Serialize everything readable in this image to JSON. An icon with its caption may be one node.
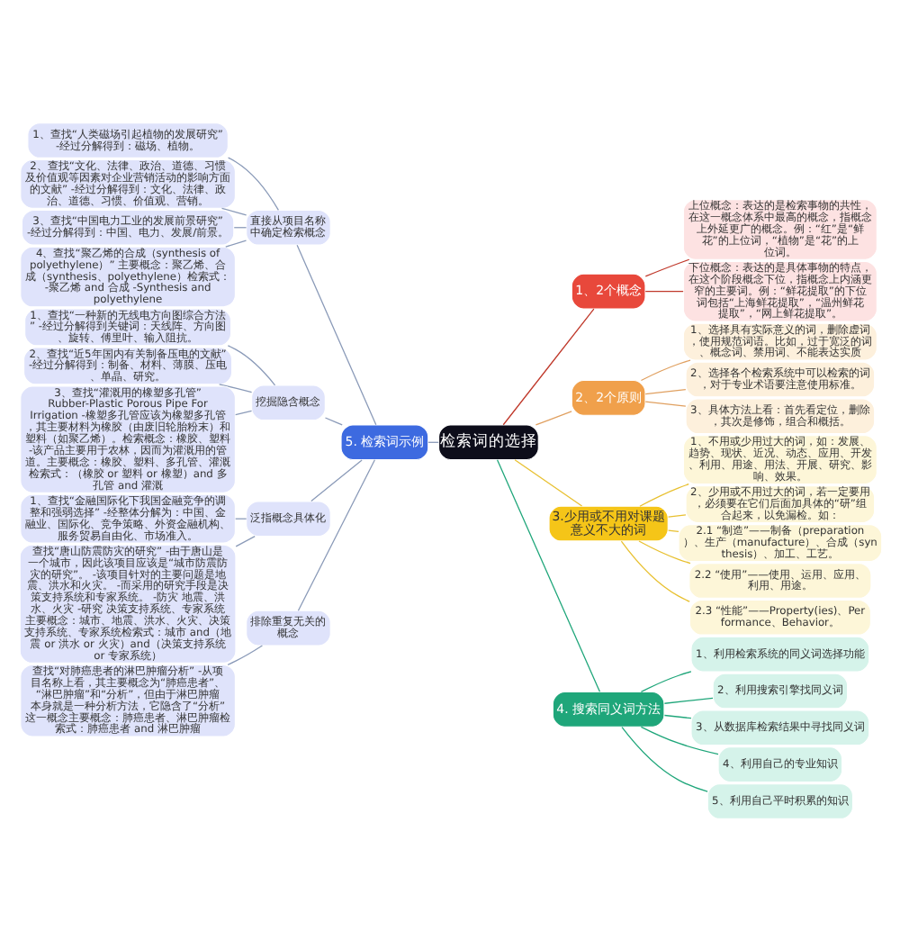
{
  "diagram": {
    "nodes": [
      {
        "text": [
          "检索词的选择"
        ]
      },
      {
        "text": [
          "1、2个概念"
        ]
      },
      {
        "text": [
          "上位概念：表达的是检索事物的共性，在这一概念体系中最高的概念，指概念上外延更广的概念。例：“红”是“鲜花”的上位词，“植物”是“花”的上位词。"
        ]
      },
      {
        "text": [
          "下位概念：表达的是具体事物的特点，在这个阶段概念下位，指概念上内涵更窄的主要词。例：“鲜花提取”的下位词包括“上海鲜花提取”，“温州鲜花提取”，“网上鲜花提取”。"
        ]
      },
      {
        "text": [
          "2、2个原则"
        ]
      },
      {
        "text": [
          "1、选择具有实际意义的词，删除虚词，使用规范词语。比如，过于宽泛的词、概念词、禁用词、不能表达实质"
        ]
      },
      {
        "text": [
          "2、选择各个检索系统中可以检索的词，对于专业术语要注意使用标准。"
        ]
      },
      {
        "text": [
          "3、具体方法上看：首先看定位，删除，其次是修饰，组合和概括。"
        ]
      },
      {
        "text": [
          "3.少用或不用对课题意义不大的词"
        ]
      },
      {
        "text": [
          "1、不用或少用过大的词，如：发展、趋势、现状、近况、动态、应用、开发、利用、用途、用法、开展、研究、影响、效果。"
        ]
      },
      {
        "text": [
          "2、少用或不用过大的词，若一定要用，必须要在它们后面加具体的“研”组合起来，以免漏检。如："
        ]
      },
      {
        "text": [
          "2.1 “制造”——制备（preparation）、生产（manufacture）、合成（synthesis）、加工、工艺。"
        ]
      },
      {
        "text": [
          "2.2 “使用”——使用、运用、应用、利用、用途。"
        ]
      },
      {
        "text": [
          "2.3 “性能”——Property(ies)、Performance、Behavior。"
        ]
      },
      {
        "text": [
          "4. 搜索同义词方法"
        ]
      },
      {
        "text": [
          "1、利用检索系统的同义词选择功能"
        ]
      },
      {
        "text": [
          "2、利用搜索引擎找同义词"
        ]
      },
      {
        "text": [
          "3、从数据库检索结果中寻找同义词"
        ]
      },
      {
        "text": [
          "4、利用自己的专业知识"
        ]
      },
      {
        "text": [
          "5、利用自己平时积累的知识"
        ]
      },
      {
        "text": [
          "5. 检索词示例"
        ]
      },
      {
        "text": [
          "直接从项目名称中确定检索概念"
        ]
      },
      {
        "text": [
          "1、查找“人类磁场引起植物的发展研究” -经过分解得到：磁场、植物。"
        ]
      },
      {
        "text": [
          "2、查找“文化、法律、政治、道德、习惯及价值观等因素对企业营销活动的影响方面的文献” -经过分解得到：文化、法律、政治、道德、习惯、价值观、营销。"
        ]
      },
      {
        "text": [
          "3、查找“中国电力工业的发展前景研究” -经过分解得到：中国、电力、发展/前景。"
        ]
      },
      {
        "text": [
          "4、查找“聚乙烯的合成（synthesis of polyethylene）” 主要概念：聚乙烯、合成（synthesis、polyethylene）检索式： -聚乙烯 and 合成 -Synthesis and polyethylene"
        ]
      },
      {
        "text": [
          "挖掘隐含概念"
        ]
      },
      {
        "text": [
          "1、查找“一种新的无线电方向图综合方法” -经过分解得到关键词：天线阵、方向图、旋转、傅里叶、输入阻抗。"
        ]
      },
      {
        "text": [
          "2、查找“近5年国内有关制备压电的文献” -经过分解得到：制备、材料、薄膜、压电、单晶、研究。"
        ]
      },
      {
        "text": [
          "3、查找“灌溉用的橡塑多孔管” Rubber-Plastic Porous Pipe For Irrigation -橡塑多孔管应该为橡塑多孔管，其主要材料为橡胶（由废旧轮胎粉末）和塑料（如聚乙烯）。检索概念：橡胶、塑料 -该产品主要用于农林，因而为灌溉用的管道。主要概念：橡胶、塑料、多孔管、灌溉检索式：（橡胶 or 塑料 or 橡塑）and 多孔管 and 灌溉"
        ]
      },
      {
        "text": [
          "泛指概念具体化"
        ]
      },
      {
        "text": [
          "1、查找“金融国际化下我国金融竞争的调整和强弱选择” -经整体分解为：中国、金融业、国际化、竞争策略、外资金融机构、服务贸易自由化、市场准入。"
        ]
      },
      {
        "text": [
          "查找“唐山防震防灾的研究” -由于唐山是一个城市，因此该项目应该是“城市防震防灾的研究”。 -该项目针对的主要问题是地震、洪水和火灾。 -而采用的研究手段是决策支持系统和专家系统。 -防灾 地震、洪水、火灾 -研究 决策支持系统、专家系统主要概念：城市、地震、洪水、火灾、决策支持系统、专家系统检索式：城市 and（地震 or 洪水 or 火灾）and（决策支持系统 or 专家系统）"
        ]
      },
      {
        "text": [
          "排除重复无关的概念"
        ]
      },
      {
        "text": [
          "查找“对肺癌患者的淋巴肿瘤分析” -从项目名称上看，其主要概念为“肺癌患者”、“淋巴肿瘤”和“分析”，但由于淋巴肿瘤本身就是一种分析方法，它隐含了“分析”这一概念主要概念：肺癌患者、淋巴肿瘤检索式：肺癌患者 and 淋巴肿瘤"
        ]
      }
    ],
    "edges": [
      {
        "from": 0,
        "to": 1,
        "arrow": "none",
        "color": "#c0392b"
      },
      {
        "from": 1,
        "to": 2,
        "arrow": "none",
        "color": "#c0392b"
      },
      {
        "from": 1,
        "to": 3,
        "arrow": "none",
        "color": "#c0392b"
      },
      {
        "from": 0,
        "to": 4,
        "arrow": "none",
        "color": "#e0a060"
      },
      {
        "from": 4,
        "to": 5,
        "arrow": "none",
        "color": "#e0a060"
      },
      {
        "from": 4,
        "to": 6,
        "arrow": "none",
        "color": "#e0a060"
      },
      {
        "from": 4,
        "to": 7,
        "arrow": "none",
        "color": "#e0a060"
      },
      {
        "from": 0,
        "to": 8,
        "arrow": "none",
        "color": "#e8c030"
      },
      {
        "from": 8,
        "to": 9,
        "arrow": "none",
        "color": "#e8c030"
      },
      {
        "from": 8,
        "to": 10,
        "arrow": "none",
        "color": "#e8c030"
      },
      {
        "from": 8,
        "to": 11,
        "arrow": "none",
        "color": "#e8c030"
      },
      {
        "from": 8,
        "to": 12,
        "arrow": "none",
        "color": "#e8c030"
      },
      {
        "from": 8,
        "to": 13,
        "arrow": "none",
        "color": "#e8c030"
      },
      {
        "from": 0,
        "to": 14,
        "arrow": "none",
        "color": "#1fa67a"
      },
      {
        "from": 14,
        "to": 15,
        "arrow": "none",
        "color": "#1fa67a"
      },
      {
        "from": 14,
        "to": 16,
        "arrow": "none",
        "color": "#1fa67a"
      },
      {
        "from": 14,
        "to": 17,
        "arrow": "none",
        "color": "#1fa67a"
      },
      {
        "from": 14,
        "to": 18,
        "arrow": "none",
        "color": "#1fa67a"
      },
      {
        "from": 14,
        "to": 19,
        "arrow": "none",
        "color": "#1fa67a"
      },
      {
        "from": 0,
        "to": 20,
        "arrow": "none"
      },
      {
        "from": 20,
        "to": 21,
        "arrow": "none"
      },
      {
        "from": 21,
        "to": 22,
        "arrow": "none"
      },
      {
        "from": 21,
        "to": 23,
        "arrow": "none"
      },
      {
        "from": 21,
        "to": 24,
        "arrow": "none"
      },
      {
        "from": 21,
        "to": 25,
        "arrow": "none"
      },
      {
        "from": 20,
        "to": 26,
        "arrow": "none"
      },
      {
        "from": 26,
        "to": 27,
        "arrow": "none"
      },
      {
        "from": 26,
        "to": 28,
        "arrow": "none"
      },
      {
        "from": 26,
        "to": 29,
        "arrow": "none"
      },
      {
        "from": 20,
        "to": 30,
        "arrow": "none"
      },
      {
        "from": 30,
        "to": 31,
        "arrow": "none"
      },
      {
        "from": 30,
        "to": 32,
        "arrow": "none"
      },
      {
        "from": 20,
        "to": 33,
        "arrow": "none"
      },
      {
        "from": 33,
        "to": 34,
        "arrow": "none"
      }
    ]
  }
}
